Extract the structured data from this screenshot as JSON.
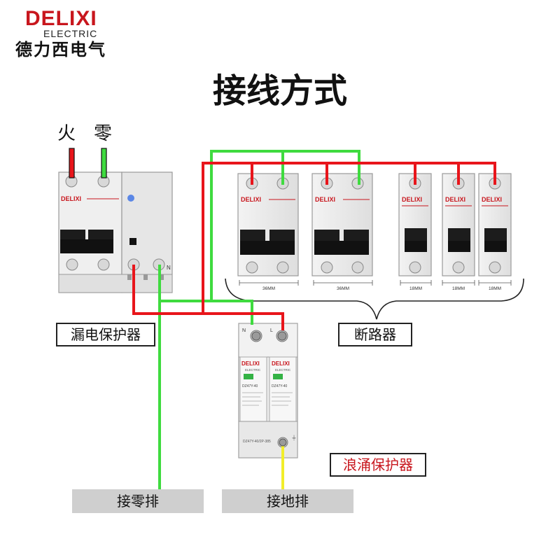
{
  "brand": {
    "name": "DELIXI",
    "sub": "ELECTRIC",
    "cn": "德力西电气"
  },
  "title": "接线方式",
  "wires": {
    "live": "火",
    "neutral": "零"
  },
  "labels": {
    "rcd": "漏电保护器",
    "breakers": "断路器",
    "spd": "浪涌保护器",
    "neutral_bar": "接零排",
    "ground_bar": "接地排"
  },
  "module_brand": "DELIXI",
  "rcd_n": "N",
  "dims": [
    "36MM",
    "36MM",
    "18MM",
    "18MM",
    "18MM"
  ],
  "spd": {
    "terminal_n": "N",
    "terminal_l": "L",
    "brand": "DELIXI",
    "sub": "ELECTRIC",
    "model": "DZ47Y-40",
    "base_model": "DZ47Y-40/2P-385"
  },
  "colors": {
    "live": "#e8151b",
    "neutral": "#3fdb3f",
    "ground": "#f2ee2a",
    "brand": "#c8161d"
  }
}
